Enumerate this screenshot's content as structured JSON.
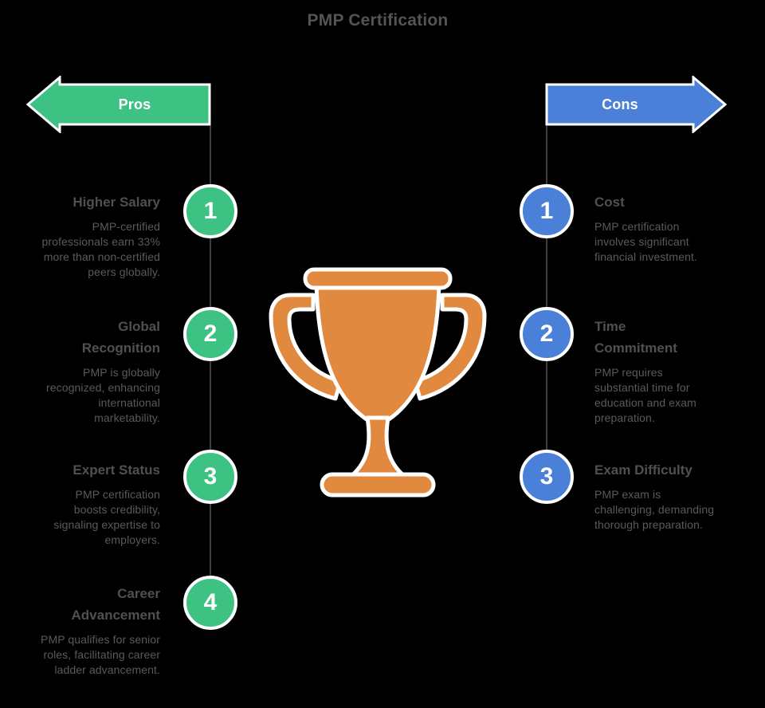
{
  "title": "PMP Certification",
  "colors": {
    "pros_green": "#3ec283",
    "cons_blue": "#4a80d8",
    "trophy_orange": "#e1893e",
    "background": "#000000",
    "text_gray": "#545454"
  },
  "center_icon": {
    "name": "trophy-icon",
    "color": "#e1893e"
  },
  "pros": {
    "label": "Pros",
    "items": [
      {
        "num": "1",
        "title": "Higher Salary",
        "desc": "PMP-certified\nprofessionals earn 33%\nmore than non-certified\npeers globally."
      },
      {
        "num": "2",
        "title": "Global\nRecognition",
        "desc": "PMP is globally\nrecognized, enhancing\ninternational\nmarketability."
      },
      {
        "num": "3",
        "title": "Expert Status",
        "desc": "PMP certification\nboosts credibility,\nsignaling expertise to\nemployers."
      },
      {
        "num": "4",
        "title": "Career\nAdvancement",
        "desc": "PMP qualifies for senior\nroles, facilitating career\nladder advancement."
      }
    ]
  },
  "cons": {
    "label": "Cons",
    "items": [
      {
        "num": "1",
        "title": "Cost",
        "desc": "PMP certification\ninvolves significant\nfinancial investment."
      },
      {
        "num": "2",
        "title": "Time\nCommitment",
        "desc": "PMP requires\nsubstantial time for\neducation and exam\npreparation."
      },
      {
        "num": "3",
        "title": "Exam Difficulty",
        "desc": "PMP exam is\nchallenging, demanding\nthorough preparation."
      }
    ]
  }
}
